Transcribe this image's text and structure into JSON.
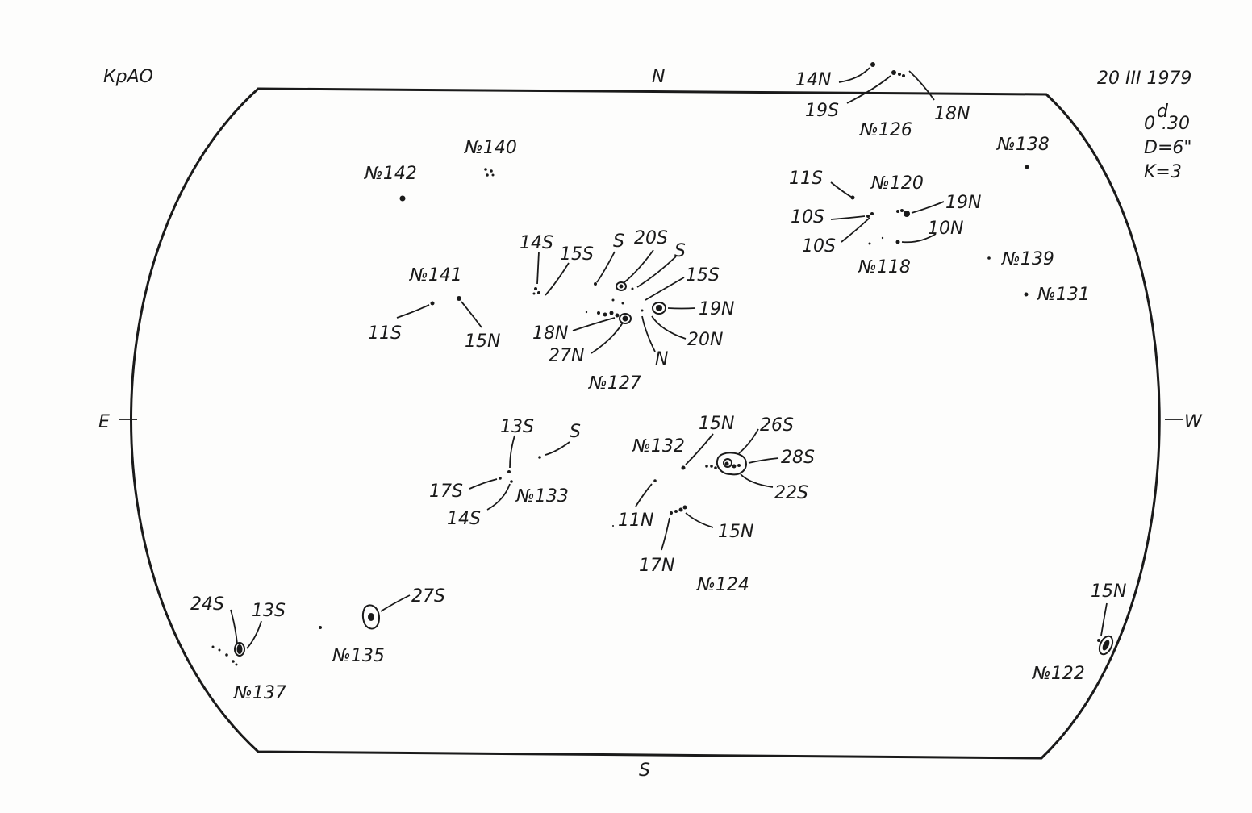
{
  "header": {
    "observatory": "КрАО",
    "date": "20 III 1979",
    "time_main": "0",
    "time_sup": "d",
    "time_dec": ".30",
    "diameter": "D=6\"",
    "k_value": "K=3"
  },
  "compass": {
    "north": "N",
    "south": "S",
    "east": "E",
    "west": "W"
  },
  "groups": {
    "g126": {
      "number": "№126",
      "labels": {
        "l14n": "14N",
        "l19s": "19S",
        "l18n": "18N"
      }
    },
    "g140": {
      "number": "№140"
    },
    "g142": {
      "number": "№142"
    },
    "g138": {
      "number": "№138"
    },
    "g120": {
      "number": "№120",
      "labels": {
        "l11s": "11S",
        "l10s_a": "10S",
        "l10s_b": "10S",
        "l19n": "19N",
        "l10n": "10N"
      }
    },
    "g118": {
      "number": "№118"
    },
    "g139": {
      "number": "№139"
    },
    "g131": {
      "number": "№131"
    },
    "g141": {
      "number": "№141",
      "labels": {
        "l11s": "11S",
        "l15n": "15N"
      }
    },
    "g127": {
      "number": "№127",
      "labels": {
        "l14s": "14S",
        "l15s": "15S",
        "ls": "S",
        "l20s": "20S",
        "ls2": "S",
        "l15s2": "15S",
        "l19n": "19N",
        "l20n": "20N",
        "ln": "N",
        "l18n": "18N",
        "l27n": "27N"
      }
    },
    "g133": {
      "number": "№133",
      "labels": {
        "l13s": "13S",
        "ls": "S",
        "l17s": "17S",
        "l14s": "14S"
      }
    },
    "g132": {
      "number": "№132",
      "labels": {
        "l15n": "15N",
        "l26s": "26S",
        "l28s": "28S",
        "l22s": "22S"
      }
    },
    "g124": {
      "number": "№124",
      "labels": {
        "l11n": "11N",
        "l15n": "15N",
        "l17n": "17N"
      }
    },
    "g137": {
      "number": "№137",
      "labels": {
        "l24s": "24S",
        "l13s": "13S"
      }
    },
    "g135": {
      "number": "№135",
      "labels": {
        "l27s": "27S"
      }
    },
    "g122": {
      "number": "№122",
      "labels": {
        "l15n": "15N"
      }
    }
  }
}
